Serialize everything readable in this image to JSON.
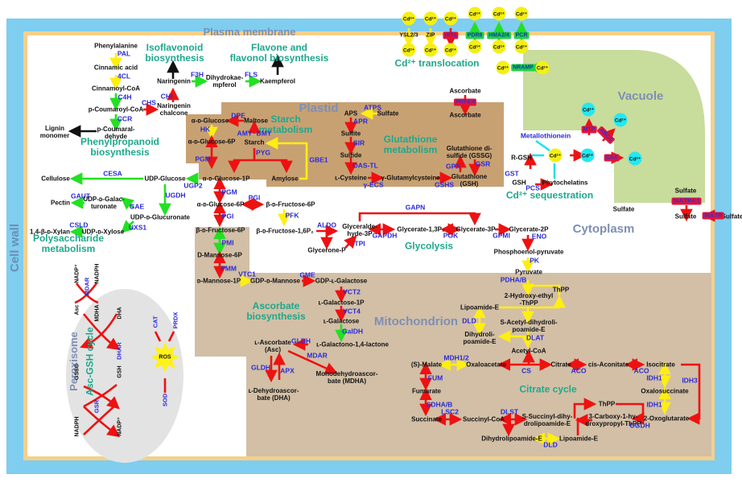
{
  "colors": {
    "cell_wall": "#7fcdef",
    "membrane": "#f5d08a",
    "plastid": "#c8a173",
    "mitochondrion": "#d2bfa6",
    "vacuole": "#c8dc9c",
    "peroxisome": "#e3e3e3",
    "enzyme_text": "#2a2ad8",
    "section_text": "#1ea88c",
    "compartment_text": "#7e8fb4",
    "arrow_red": "#ee1111",
    "arrow_green": "#22e022",
    "arrow_yellow": "#ffee11",
    "arrow_cyan": "#22e0ee"
  },
  "compartments": {
    "cell_wall": "Cell wall",
    "plasma_membrane": "Plasma membrane",
    "plastid": "Plastid",
    "vacuole": "Vacuole",
    "cytoplasm": "Cytoplasm",
    "mitochondrion": "Mitochondrion",
    "peroxisome": "Peroxisome"
  },
  "sections": {
    "isoflavonoid": "Isoflavonoid\nbiosynthesis",
    "flavone": "Flavone and\nflavonol biosynthesis",
    "phenylpropanoid": "Phenylpropanoid\nbiosynthesis",
    "starch": "Starch\nmetabolism",
    "glutathione": "Glutathione\nmetabolism",
    "polysaccharide": "Polysaccharide\nmetabolism",
    "glycolysis": "Glycolysis",
    "ascorbate": "Ascorbate\nbiosynthesis",
    "citrate": "Citrate cycle",
    "cd_translocation": "Cd²⁺ translocation",
    "cd_sequestration": "Cd²⁺ sequestration",
    "asc_gsh": "Asc-GSH cycle"
  },
  "metabolites": {
    "phenylalanine": "Phenylalanine",
    "cinnamic_acid": "Cinnamic acid",
    "cinnamoyl_coa": "Cinnamoyl-CoA",
    "p_coumaroyl_coa": "p-Coumaroyl-CoA",
    "p_coumaraldehyde": "p-Coumaral-\ndehyde",
    "lignin": "Lignin\nmonomer",
    "naringenin_chalcone": "Naringenin\nchalcone",
    "naringenin": "Naringenin",
    "dihydrokaempferol": "Dihydrokae-\nmpferol",
    "kaempferol": "Kaempferol",
    "a_glucose": "α-ᴅ-Glucose",
    "maltose": "Maltose",
    "a_glucose_6p_plastid": "α-ᴅ-Glucose-6P",
    "starch": "Starch",
    "a_glucose_1p": "α-ᴅ-Glucose-1P",
    "amylose": "Amylose",
    "aps": "APS",
    "sulfate_plastid": "Sulfate",
    "sulfite": "Sulfite",
    "sulfide": "Sulfide",
    "cysteine": "ʟ-Cysteine",
    "g_glutamylcysteine": "γ-Glutamylcysteine",
    "gssg": "Glutathione di-\nsulfide (GSSG)",
    "gsh": "Glutathione\n(GSH)",
    "ascorbate_out": "Ascorbate",
    "ascorbate_in": "Ascorbate",
    "cellulose": "Cellulose",
    "udp_glucose": "UDP-Glucose",
    "pectin": "Pectin",
    "udp_galacturonate": "UDP-ᴅ-Galac-\nturonate",
    "udp_glucuronate": "UDP-ᴅ-Glucuronate",
    "xylan": "1,4-β-ᴅ-Xylan",
    "udp_xylose": "UDP-ᴅ-Xylose",
    "a_glucose_6p": "α-ᴅ-Glucose-6P",
    "b_fructose_6p_a": "β-ᴅ-Fructose-6P",
    "b_fructose_6p_b": "β-ᴅ-Fructose-6P",
    "b_fructose_16p": "β-ᴅ-Fructose-1,6P₂",
    "d_mannose_6p": "D-Mannose-6P",
    "d_mannose_1p": "ᴅ-Mannose-1P",
    "gdp_mannose": "GDP-ᴅ-Mannose",
    "gdp_galactose": "GDP-ʟ-Galactose",
    "galactose_1p": "ʟ-Galactose-1P",
    "galactose": "ʟ-Galactose",
    "galactono_lactone": "ʟ-Galactono-1,4-lactone",
    "l_ascorbate": "ʟ-Ascorbate\n(Asc)",
    "dha": "ʟ-Dehydroascor-\nbate (DHA)",
    "mdha": "Monodehydroascor-\nbate (MDHA)",
    "glyceraldehyde_3p": "Glyceralde-\nhyde-3P",
    "glycerone_p": "Glycerone-P",
    "glycerate_13p": "Glycerate-1,3P₂",
    "glycerate_3p": "Glycerate-3P",
    "glycerate_2p": "Glycerate-2P",
    "pep": "Phosphoenol-pyruvate",
    "pyruvate": "Pyruvate",
    "hydroxyethyl_thpp": "2-Hydroxy-ethyl\n-ThPP",
    "thpp_top": "ThPP",
    "lipoamide_e_top": "Lipoamide-E",
    "s_acetyl": "S-Acetyl-dihydroli-\npoamide-E",
    "dihydrolipoamide_e_top": "Dihydroli-\npoamide-E",
    "acetyl_coa": "Acetyl-CoA",
    "malate": "(S)-Malate",
    "oxaloacetate": "Oxaloacetate",
    "citrate": "Citrate",
    "cis_aconitate": "cis-Aconitate",
    "isocitrate": "Isocitrate",
    "oxalosuccinate": "Oxalosuccinate",
    "oxoglutarate": "2-Oxoglutarate",
    "carboxy_thpp": "3-Carboxy-1-hy-\ndroxypropyl-ThPP",
    "thpp_bottom": "ThPP",
    "s_succinyl": "S-Succinyl-dihy-\ndrolipoamide-E",
    "succinyl_coa": "Succinyl-CoA",
    "succinate": "Succinate",
    "fumarate": "Fumarate",
    "dihydrolipoamide_e_bottom": "Dihydrolipoamide-E",
    "lipoamide_e_bottom": "Lipoamide-E",
    "r_gsh": "R-GSH",
    "gsh_cyt": "GSH",
    "phytochelatins": "Phytochelatins",
    "metallothionein": "Metallothionein",
    "sulfate_vac": "Sulfate",
    "sulfate_cyt1": "Sulfate",
    "sulfate_cyt2": "Sulfate",
    "sulfate_out": "Sulfate",
    "ros": "ROS",
    "nadp_top": "NADP⁺",
    "nadph_top": "NADPH",
    "asc": "Asc",
    "mdha_perox": "MDHA",
    "dha_perox": "DHA",
    "gssg_perox": "GSSG",
    "gsh_perox": "GSH",
    "nadph_bottom": "NADPH",
    "nadp_bottom": "NADP⁺"
  },
  "enzymes": {
    "PAL": "PAL",
    "4CL": "4CL",
    "C4H": "C4H",
    "CCR": "CCR",
    "CHS": "CHS",
    "CHI": "CHI",
    "F3H": "F3H",
    "FLS": "FLS",
    "DPE": "DPE",
    "HK": "HK",
    "AMY": "AMY",
    "BMY": "BMY",
    "PYG": "PYG",
    "GBE1": "GBE1",
    "PGM1": "PGM",
    "ATPS": "ATPS",
    "APR": "APR",
    "SIR": "SIR",
    "OASTL": "OAS-TL",
    "GECS": "γ-ECS",
    "GSHS": "GSHS",
    "GPX": "GPX",
    "GSR": "GSR",
    "CESA": "CESA",
    "UGP2": "UGP2",
    "UGDH": "UGDH",
    "GAUT": "GAUT",
    "GAE": "GAE",
    "CSLD": "CSLD",
    "UXS1": "UXS1",
    "PGM2": "PGM",
    "PGI1": "PGI",
    "PGI2": "PGI",
    "PFK": "PFK",
    "PMI": "PMI",
    "PMM": "PMM",
    "VTC1": "VTC1",
    "GME": "GME",
    "VCT2": "VCT2",
    "VCT4": "VCT4",
    "GalDH": "GalDH",
    "GLDH1": "GLDH",
    "GLDH2": "GLDH",
    "APX": "APX",
    "MDAR1": "MDAR",
    "ALDO": "ALDO",
    "TPI": "TPI",
    "GAPDH": "GAPDH",
    "GAPN": "GAPN",
    "PGK": "PGK",
    "GPMI": "GPMI",
    "ENO": "ENO",
    "PK": "PK",
    "PDHAB": "PDHA/B",
    "DLD1": "DLD",
    "DLAT": "DLAT",
    "MDH": "MDH1/2",
    "CS": "CS",
    "ACO1": "ACO",
    "ACO2": "ACO",
    "IDH1a": "IDH1",
    "IDH1b": "IDH1",
    "IDH3": "IDH3",
    "FUM": "FUM",
    "SDHAB": "SDHA/B",
    "LSC2": "LSC2",
    "DLST": "DLST",
    "OGDH": "OGDH",
    "DLD2": "DLD",
    "GST": "GST",
    "PCS": "PCS",
    "MDAR2": "MDAR",
    "DHAR": "DHAR",
    "GSR2": "GSR",
    "CAT": "CAT",
    "PRDX": "PRDX",
    "SOD": "SOD"
  },
  "transporters": {
    "YSL": "YSL2/3",
    "ZIP": "ZIP",
    "IRT": "IRT1",
    "PDR8": "PDR8",
    "HMA": "HMA2/4",
    "PCR": "PCR",
    "NRAMP": "NRAMP",
    "PHT44": "PHT4;4",
    "MTP": "MTP",
    "ABCC": "ABCC",
    "CAX": "CAX",
    "SULTR41": "SULTR4;1",
    "SULTR": "SULTR"
  },
  "cd_ion": "Cd²⁺"
}
